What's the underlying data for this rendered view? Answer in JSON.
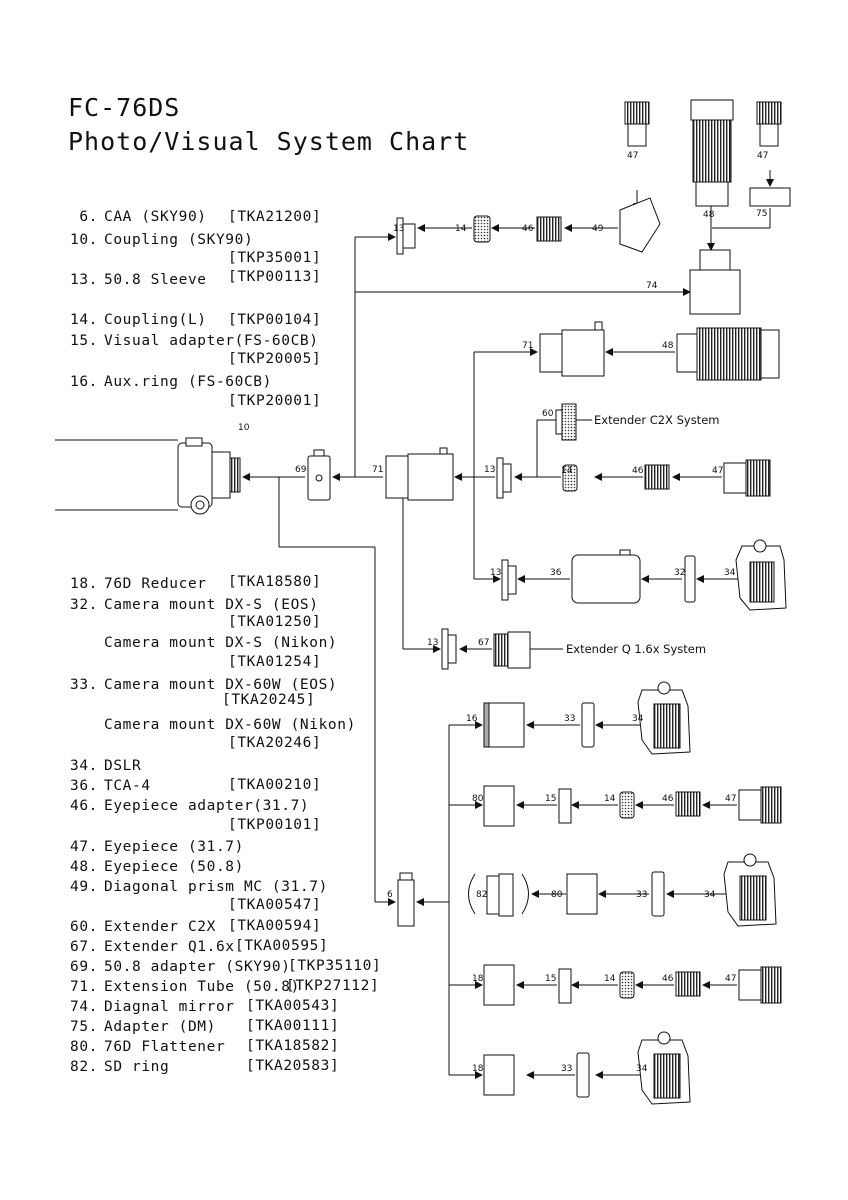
{
  "title_line1": "FC-76DS",
  "title_line2": "Photo/Visual System Chart",
  "legend_top": [
    {
      "num": "6.",
      "name": "CAA (SKY90)",
      "code": "[TKA21200]"
    },
    {
      "num": "10.",
      "name": "Coupling (SKY90)",
      "code": "[TKP35001]"
    },
    {
      "num": "13.",
      "name": "50.8 Sleeve",
      "code": "[TKP00113]"
    },
    {
      "num": "14.",
      "name": "Coupling(L)",
      "code": "[TKP00104]"
    },
    {
      "num": "15.",
      "name": "Visual adapter(FS-60CB)",
      "code": "[TKP20005]"
    },
    {
      "num": "16.",
      "name": "Aux.ring (FS-60CB)",
      "code": "[TKP20001]"
    }
  ],
  "legend_bottom": [
    {
      "num": "18.",
      "name": "76D Reducer",
      "code": "[TKA18580]"
    },
    {
      "num": "32.",
      "name": "Camera mount DX-S (EOS)",
      "code": "[TKA01250]"
    },
    {
      "num": "",
      "name": "Camera mount DX-S (Nikon)",
      "code": "[TKA01254]"
    },
    {
      "num": "33.",
      "name": "Camera mount DX-60W (EOS)",
      "code": "[TKA20245]"
    },
    {
      "num": "",
      "name": "Camera mount DX-60W (Nikon)",
      "code": "[TKA20246]"
    },
    {
      "num": "34.",
      "name": "DSLR",
      "code": ""
    },
    {
      "num": "36.",
      "name": "TCA-4",
      "code": "[TKA00210]"
    },
    {
      "num": "46.",
      "name": "Eyepiece adapter(31.7)",
      "code": "[TKP00101]"
    },
    {
      "num": "47.",
      "name": "Eyepiece (31.7)",
      "code": ""
    },
    {
      "num": "48.",
      "name": "Eyepiece (50.8)",
      "code": ""
    },
    {
      "num": "49.",
      "name": "Diagonal prism MC (31.7)",
      "code": "[TKA00547]"
    },
    {
      "num": "60.",
      "name": "Extender C2X",
      "code": "[TKA00594]"
    },
    {
      "num": "67.",
      "name": "Extender Q1.6x",
      "code": "[TKA00595]"
    },
    {
      "num": "69.",
      "name": "50.8 adapter (SKY90)",
      "code": "[TKP35110]"
    },
    {
      "num": "71.",
      "name": "Extension Tube (50.8)",
      "code": "[TKP27112]"
    },
    {
      "num": "74.",
      "name": "Diagnal mirror",
      "code": "[TKA00543]"
    },
    {
      "num": "75.",
      "name": "Adapter (DM)",
      "code": "[TKA00111]"
    },
    {
      "num": "80.",
      "name": "76D Flattener",
      "code": "[TKA18582]"
    },
    {
      "num": "82.",
      "name": "SD ring",
      "code": "[TKA20583]"
    }
  ],
  "diagram": {
    "extender_c2x_label": "Extender C2X System",
    "extender_q_label": "Extender Q 1.6x System",
    "part_numbers": {
      "n6": "6",
      "n10": "10",
      "n13": "13",
      "n14": "14",
      "n15": "15",
      "n16": "16",
      "n18": "18",
      "n32": "32",
      "n33": "33",
      "n34": "34",
      "n36": "36",
      "n46": "46",
      "n47": "47",
      "n48": "48",
      "n49": "49",
      "n60": "60",
      "n67": "67",
      "n69": "69",
      "n71": "71",
      "n74": "74",
      "n75": "75",
      "n80": "80",
      "n82": "82"
    }
  }
}
